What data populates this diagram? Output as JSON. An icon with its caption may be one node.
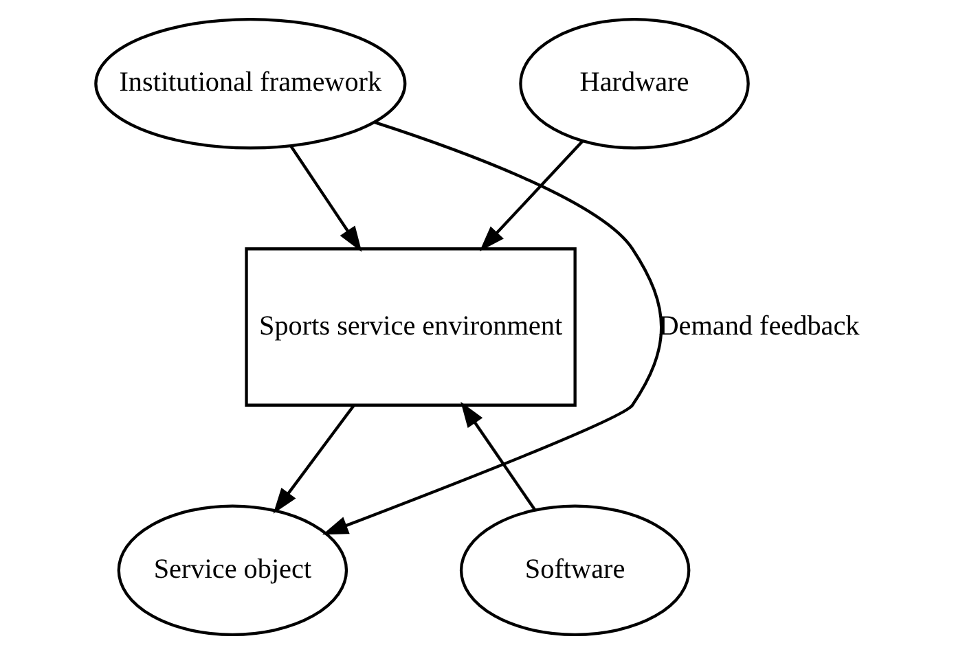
{
  "diagram": {
    "nodes": [
      {
        "text": [
          "Institutional framework"
        ]
      },
      {
        "text": [
          "Hardware"
        ]
      },
      {
        "text": [
          "Sports service environment"
        ]
      },
      {
        "text": [
          "Service object"
        ]
      },
      {
        "text": [
          "Software"
        ]
      }
    ],
    "edges": [
      {
        "from": 0,
        "to": 2,
        "arrow": "to"
      },
      {
        "from": 1,
        "to": 2,
        "arrow": "to"
      },
      {
        "from": 4,
        "to": 2,
        "arrow": "to"
      },
      {
        "from": 2,
        "to": 3,
        "arrow": "to"
      },
      {
        "from": 0,
        "to": 3,
        "arrow": "to",
        "label": "Demand feedback"
      }
    ]
  }
}
